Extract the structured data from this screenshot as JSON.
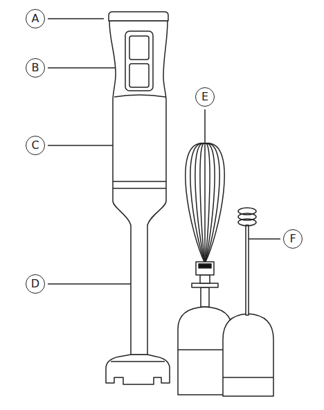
{
  "diagram": {
    "nodes": [
      {
        "text": [
          "A"
        ]
      },
      {
        "text": [
          "B"
        ]
      },
      {
        "text": [
          "E"
        ]
      },
      {
        "text": [
          "C"
        ]
      },
      {
        "text": [
          "F"
        ]
      },
      {
        "text": [
          "D"
        ]
      }
    ]
  }
}
